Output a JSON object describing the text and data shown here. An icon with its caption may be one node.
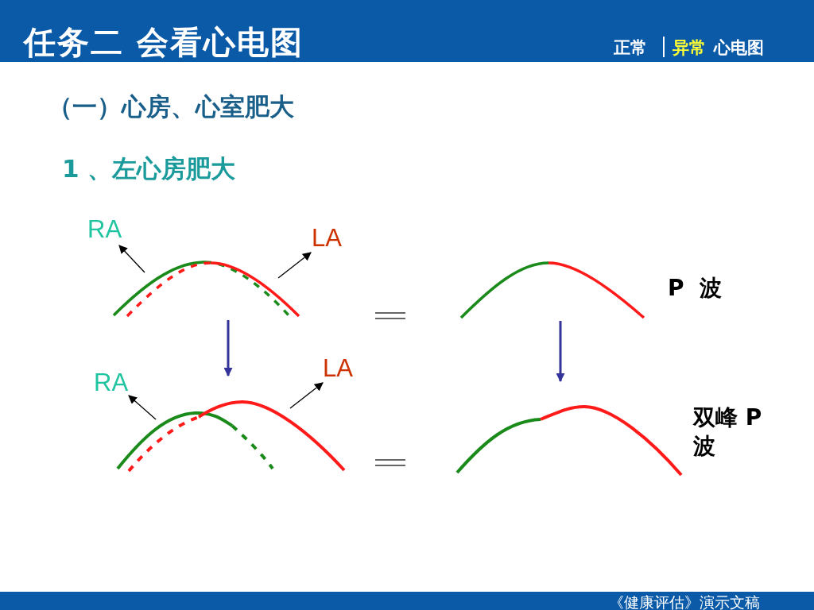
{
  "diagram": {
    "title": "任务二  会看心电图",
    "nodes": [
      {
        "text": [
          "RA"
        ]
      },
      {
        "text": [
          "LA"
        ]
      },
      {
        "text": [],
        "shape": "curve"
      },
      {
        "text": [],
        "shape": "curve",
        "beside": [
          "P  波"
        ]
      },
      {
        "text": [
          "RA"
        ]
      },
      {
        "text": [
          "LA"
        ]
      },
      {
        "text": [],
        "shape": "curve"
      },
      {
        "text": [],
        "shape": "curve",
        "beside": [
          "双峰 P 波"
        ]
      }
    ],
    "edges": [
      {
        "from": 2,
        "to": 0,
        "arrow": "to"
      },
      {
        "from": 2,
        "to": 1,
        "arrow": "to"
      },
      {
        "from": 2,
        "to": 6,
        "arrow": "to",
        "style": "thick",
        "color": "#333399"
      },
      {
        "from": 3,
        "to": 7,
        "arrow": "to",
        "style": "thick",
        "color": "#333399"
      },
      {
        "from": 6,
        "to": 4,
        "arrow": "to"
      },
      {
        "from": 6,
        "to": 5,
        "arrow": "to"
      }
    ],
    "labels": [
      "正常",
      "异常",
      "心电图",
      "（一）心房、心室肥大",
      "1 、左心房肥大",
      "《健康评估》演示文稿"
    ]
  }
}
